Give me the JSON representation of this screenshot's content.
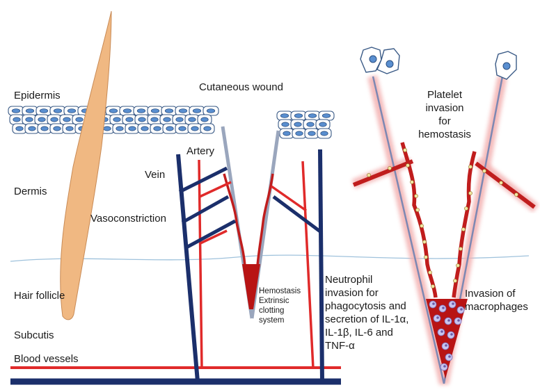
{
  "labels": {
    "epidermis": "Epidermis",
    "dermis": "Dermis",
    "hair_follicle": "Hair follicle",
    "subcutis": "Subcutis",
    "blood_vessels": "Blood vessels",
    "cutaneous_wound": "Cutaneous wound",
    "artery": "Artery",
    "vein": "Vein",
    "vasoconstriction": "Vasoconstriction",
    "hemostasis": "Hemostasis\nExtrinsic\nclotting\nsystem",
    "neutrophil": "Neutrophil\ninvasion for\nphagocytosis and\nsecretion of IL-1α,\nIL-1β, IL-6 and\nTNF-α",
    "platelet": "Platelet\ninvasion\nfor\nhemostasis",
    "macrophages": "Invasion of\nmacrophages"
  },
  "colors": {
    "vein": "#1b2f6b",
    "artery": "#e02a2a",
    "clot": "#b81414",
    "hair": "#f0b882",
    "cell_outline": "#3a5a86",
    "nucleus": "#5a8fd0"
  }
}
